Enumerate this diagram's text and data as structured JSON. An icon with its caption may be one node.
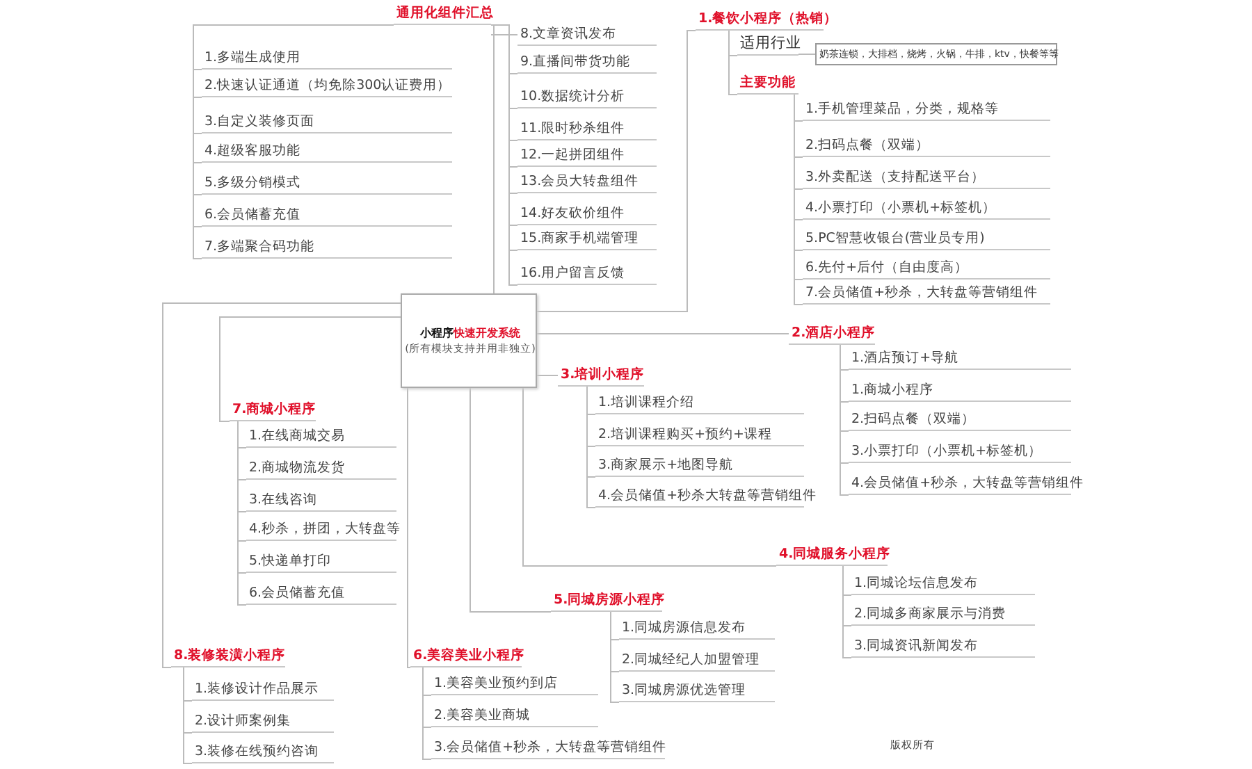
{
  "diagram": {
    "nodes": [
      {
        "text": [
          "小程序**快速开发系统**",
          "(所有模块支持并用非独立)"
        ]
      },
      {
        "text": [
          "通用化组件汇总"
        ]
      },
      {
        "text": [
          "1.多端生成使用"
        ]
      },
      {
        "text": [
          "2.快速认证通道（均免除300认证费用）"
        ]
      },
      {
        "text": [
          "3.自定义装修页面"
        ]
      },
      {
        "text": [
          "4.超级客服功能"
        ]
      },
      {
        "text": [
          "5.多级分销模式"
        ]
      },
      {
        "text": [
          "6.会员储蓄充值"
        ]
      },
      {
        "text": [
          "7.多端聚合码功能"
        ]
      },
      {
        "text": [
          "8.文章资讯发布"
        ]
      },
      {
        "text": [
          "9.直播间带货功能"
        ]
      },
      {
        "text": [
          "10.数据统计分析"
        ]
      },
      {
        "text": [
          "11.限时秒杀组件"
        ]
      },
      {
        "text": [
          "12.一起拼团组件"
        ]
      },
      {
        "text": [
          "13.会员大转盘组件"
        ]
      },
      {
        "text": [
          "14.好友砍价组件"
        ]
      },
      {
        "text": [
          "15.商家手机端管理"
        ]
      },
      {
        "text": [
          "16.用户留言反馈"
        ]
      },
      {
        "text": [
          "1.餐饮小程序（热销）"
        ]
      },
      {
        "text": [
          "适用行业"
        ]
      },
      {
        "text": [
          "奶茶连锁，大排档，烧烤，火锅，牛排，ktv，快餐等等"
        ]
      },
      {
        "text": [
          "主要功能"
        ]
      },
      {
        "text": [
          "1.手机管理菜品，分类，规格等"
        ]
      },
      {
        "text": [
          "2.扫码点餐（双端）"
        ]
      },
      {
        "text": [
          "3.外卖配送（支持配送平台）"
        ]
      },
      {
        "text": [
          "4.小票打印（小票机+标签机）"
        ]
      },
      {
        "text": [
          "5.PC智慧收银台(营业员专用)"
        ]
      },
      {
        "text": [
          "6.先付+后付（自由度高）"
        ]
      },
      {
        "text": [
          "7.会员储值+秒杀，大转盘等营销组件"
        ]
      },
      {
        "text": [
          "2.酒店小程序"
        ]
      },
      {
        "text": [
          "1.酒店预订+导航"
        ]
      },
      {
        "text": [
          "1.商城小程序"
        ]
      },
      {
        "text": [
          "2.扫码点餐（双端）"
        ]
      },
      {
        "text": [
          "3.小票打印（小票机+标签机）"
        ]
      },
      {
        "text": [
          "4.会员储值+秒杀，大转盘等营销组件"
        ]
      },
      {
        "text": [
          "3.培训小程序"
        ]
      },
      {
        "text": [
          "1.培训课程介绍"
        ]
      },
      {
        "text": [
          "2.培训课程购买+预约+课程"
        ]
      },
      {
        "text": [
          "3.商家展示+地图导航"
        ]
      },
      {
        "text": [
          "4.会员储值+秒杀大转盘等营销组件"
        ]
      },
      {
        "text": [
          "4.同城服务小程序"
        ]
      },
      {
        "text": [
          "1.同城论坛信息发布"
        ]
      },
      {
        "text": [
          "2.同城多商家展示与消费"
        ]
      },
      {
        "text": [
          "3.同城资讯新闻发布"
        ]
      },
      {
        "text": [
          "5.同城房源小程序"
        ]
      },
      {
        "text": [
          "1.同城房源信息发布"
        ]
      },
      {
        "text": [
          "2.同城经纪人加盟管理"
        ]
      },
      {
        "text": [
          "3.同城房源优选管理"
        ]
      },
      {
        "text": [
          "6.美容美业小程序"
        ]
      },
      {
        "text": [
          "1.美容美业预约到店"
        ]
      },
      {
        "text": [
          "2.美容美业商城"
        ]
      },
      {
        "text": [
          "3.会员储值+秒杀，大转盘等营销组件"
        ]
      },
      {
        "text": [
          "7.商城小程序"
        ]
      },
      {
        "text": [
          "1.在线商城交易"
        ]
      },
      {
        "text": [
          "2.商城物流发货"
        ]
      },
      {
        "text": [
          "3.在线咨询"
        ]
      },
      {
        "text": [
          "4.秒杀，拼团，大转盘等"
        ]
      },
      {
        "text": [
          "5.快递单打印"
        ]
      },
      {
        "text": [
          "6.会员储蓄充值"
        ]
      },
      {
        "text": [
          "8.装修装潢小程序"
        ]
      },
      {
        "text": [
          "1.装修设计作品展示"
        ]
      },
      {
        "text": [
          "2.设计师案例集"
        ]
      },
      {
        "text": [
          "3.装修在线预约咨询"
        ]
      }
    ],
    "edges": [
      {
        "from": 0,
        "to": 1,
        "arrow": "none"
      },
      {
        "from": 1,
        "to": 2,
        "arrow": "none"
      },
      {
        "from": 1,
        "to": 3,
        "arrow": "none"
      },
      {
        "from": 1,
        "to": 4,
        "arrow": "none"
      },
      {
        "from": 1,
        "to": 5,
        "arrow": "none"
      },
      {
        "from": 1,
        "to": 6,
        "arrow": "none"
      },
      {
        "from": 1,
        "to": 7,
        "arrow": "none"
      },
      {
        "from": 1,
        "to": 8,
        "arrow": "none"
      },
      {
        "from": 1,
        "to": 9,
        "arrow": "none"
      },
      {
        "from": 1,
        "to": 10,
        "arrow": "none"
      },
      {
        "from": 1,
        "to": 11,
        "arrow": "none"
      },
      {
        "from": 1,
        "to": 12,
        "arrow": "none"
      },
      {
        "from": 1,
        "to": 13,
        "arrow": "none"
      },
      {
        "from": 1,
        "to": 14,
        "arrow": "none"
      },
      {
        "from": 1,
        "to": 15,
        "arrow": "none"
      },
      {
        "from": 1,
        "to": 16,
        "arrow": "none"
      },
      {
        "from": 1,
        "to": 17,
        "arrow": "none"
      },
      {
        "from": 0,
        "to": 18,
        "arrow": "none"
      },
      {
        "from": 18,
        "to": 19,
        "arrow": "none"
      },
      {
        "from": 19,
        "to": 20,
        "arrow": "none"
      },
      {
        "from": 18,
        "to": 21,
        "arrow": "none"
      },
      {
        "from": 21,
        "to": 22,
        "arrow": "none"
      },
      {
        "from": 21,
        "to": 23,
        "arrow": "none"
      },
      {
        "from": 21,
        "to": 24,
        "arrow": "none"
      },
      {
        "from": 21,
        "to": 25,
        "arrow": "none"
      },
      {
        "from": 21,
        "to": 26,
        "arrow": "none"
      },
      {
        "from": 21,
        "to": 27,
        "arrow": "none"
      },
      {
        "from": 21,
        "to": 28,
        "arrow": "none"
      },
      {
        "from": 0,
        "to": 29,
        "arrow": "none"
      },
      {
        "from": 29,
        "to": 30,
        "arrow": "none"
      },
      {
        "from": 29,
        "to": 31,
        "arrow": "none"
      },
      {
        "from": 29,
        "to": 32,
        "arrow": "none"
      },
      {
        "from": 29,
        "to": 33,
        "arrow": "none"
      },
      {
        "from": 29,
        "to": 34,
        "arrow": "none"
      },
      {
        "from": 0,
        "to": 35,
        "arrow": "none"
      },
      {
        "from": 35,
        "to": 36,
        "arrow": "none"
      },
      {
        "from": 35,
        "to": 37,
        "arrow": "none"
      },
      {
        "from": 35,
        "to": 38,
        "arrow": "none"
      },
      {
        "from": 35,
        "to": 39,
        "arrow": "none"
      },
      {
        "from": 0,
        "to": 40,
        "arrow": "none"
      },
      {
        "from": 40,
        "to": 41,
        "arrow": "none"
      },
      {
        "from": 40,
        "to": 42,
        "arrow": "none"
      },
      {
        "from": 40,
        "to": 43,
        "arrow": "none"
      },
      {
        "from": 0,
        "to": 44,
        "arrow": "none"
      },
      {
        "from": 44,
        "to": 45,
        "arrow": "none"
      },
      {
        "from": 44,
        "to": 46,
        "arrow": "none"
      },
      {
        "from": 44,
        "to": 47,
        "arrow": "none"
      },
      {
        "from": 0,
        "to": 48,
        "arrow": "none"
      },
      {
        "from": 48,
        "to": 49,
        "arrow": "none"
      },
      {
        "from": 48,
        "to": 50,
        "arrow": "none"
      },
      {
        "from": 48,
        "to": 51,
        "arrow": "none"
      },
      {
        "from": 0,
        "to": 52,
        "arrow": "none"
      },
      {
        "from": 52,
        "to": 53,
        "arrow": "none"
      },
      {
        "from": 52,
        "to": 54,
        "arrow": "none"
      },
      {
        "from": 52,
        "to": 55,
        "arrow": "none"
      },
      {
        "from": 52,
        "to": 56,
        "arrow": "none"
      },
      {
        "from": 52,
        "to": 57,
        "arrow": "none"
      },
      {
        "from": 52,
        "to": 58,
        "arrow": "none"
      },
      {
        "from": 0,
        "to": 59,
        "arrow": "none"
      },
      {
        "from": 59,
        "to": 60,
        "arrow": "none"
      },
      {
        "from": 59,
        "to": 61,
        "arrow": "none"
      },
      {
        "from": 59,
        "to": 62,
        "arrow": "none"
      }
    ],
    "labels": [
      "版权所有"
    ]
  }
}
